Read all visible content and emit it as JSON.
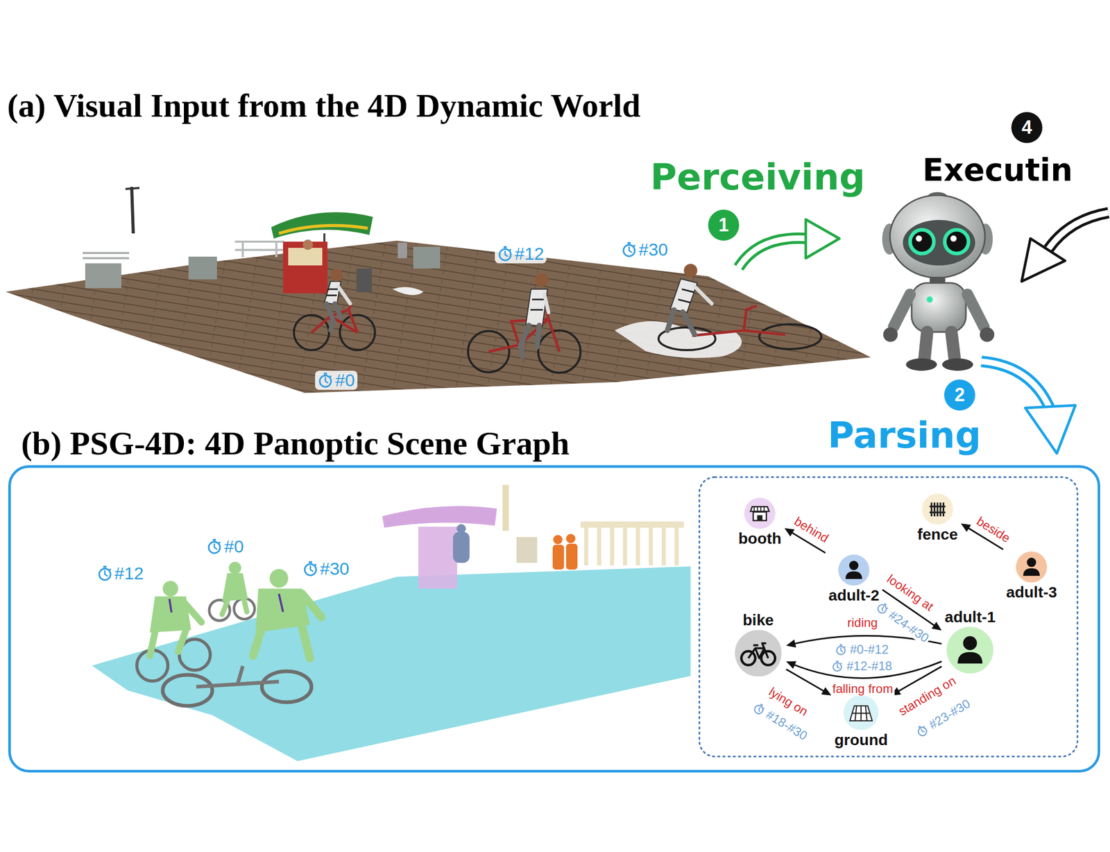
{
  "diagram": {
    "nodes": [
      {
        "text": [
          "(b) PSG-4D: 4D Panoptic Scene Graph"
        ]
      },
      {
        "text": [
          "booth"
        ],
        "in": 0
      },
      {
        "text": [
          "fence"
        ],
        "in": 0
      },
      {
        "text": [
          "adult-2"
        ],
        "in": 0
      },
      {
        "text": [
          "adult-3"
        ],
        "in": 0
      },
      {
        "text": [
          "bike"
        ],
        "in": 0
      },
      {
        "text": [
          "adult-1"
        ],
        "in": 0
      },
      {
        "text": [
          "ground"
        ],
        "in": 0
      }
    ],
    "edges": [
      {
        "from": 3,
        "to": 1,
        "label": "behind",
        "arrow": "to"
      },
      {
        "from": 4,
        "to": 2,
        "label": "beside",
        "arrow": "to"
      },
      {
        "from": 3,
        "to": 6,
        "label": "looking at",
        "arrow": "to"
      },
      {
        "from": 6,
        "to": 5,
        "label": "riding",
        "arrow": "to"
      },
      {
        "from": 6,
        "to": 5,
        "label": "falling from",
        "arrow": "to"
      },
      {
        "from": 5,
        "to": 7,
        "label": "lying on",
        "arrow": "to"
      },
      {
        "from": 6,
        "to": 7,
        "label": "standing on",
        "arrow": "to"
      }
    ],
    "labels": [
      "(a) Visual Input from the 4D Dynamic World",
      "Perceiving",
      "1",
      "4",
      "Executin",
      "#12",
      "#30",
      "#0",
      "2",
      "Parsing",
      "#12",
      "#0",
      "#30",
      "#24-#30",
      "#0-#12",
      "#12-#18",
      "#18-#30",
      "#23-#30"
    ]
  }
}
